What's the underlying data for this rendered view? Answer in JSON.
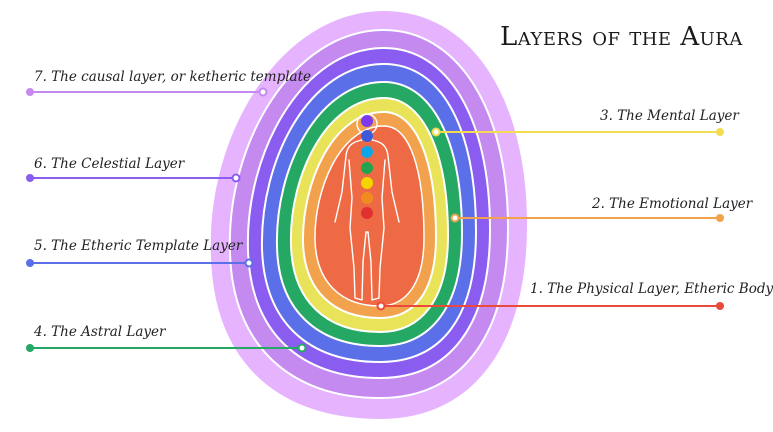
{
  "title": "Layers of the Aura",
  "layers": [
    {
      "label": "7. The causal layer, or ketheric template",
      "color": "#c58af0"
    },
    {
      "label": "6. The Celestial Layer",
      "color": "#8a5cf0"
    },
    {
      "label": "5. The Etheric Template Layer",
      "color": "#5b6fe8"
    },
    {
      "label": "4. The Astral Layer",
      "color": "#24a864"
    },
    {
      "label": "3. The Mental Layer",
      "color": "#f3dc52"
    },
    {
      "label": "2. The Emotional Layer",
      "color": "#f2a24c"
    },
    {
      "label": "1. The Physical Layer, Etheric Body",
      "color": "#ea4a3c"
    }
  ],
  "chakras": [
    {
      "color": "#7c3aed"
    },
    {
      "color": "#3b5bdb"
    },
    {
      "color": "#0ea5e9"
    },
    {
      "color": "#22a350"
    },
    {
      "color": "#f5d400"
    },
    {
      "color": "#f08c1f"
    },
    {
      "color": "#e03131"
    }
  ]
}
